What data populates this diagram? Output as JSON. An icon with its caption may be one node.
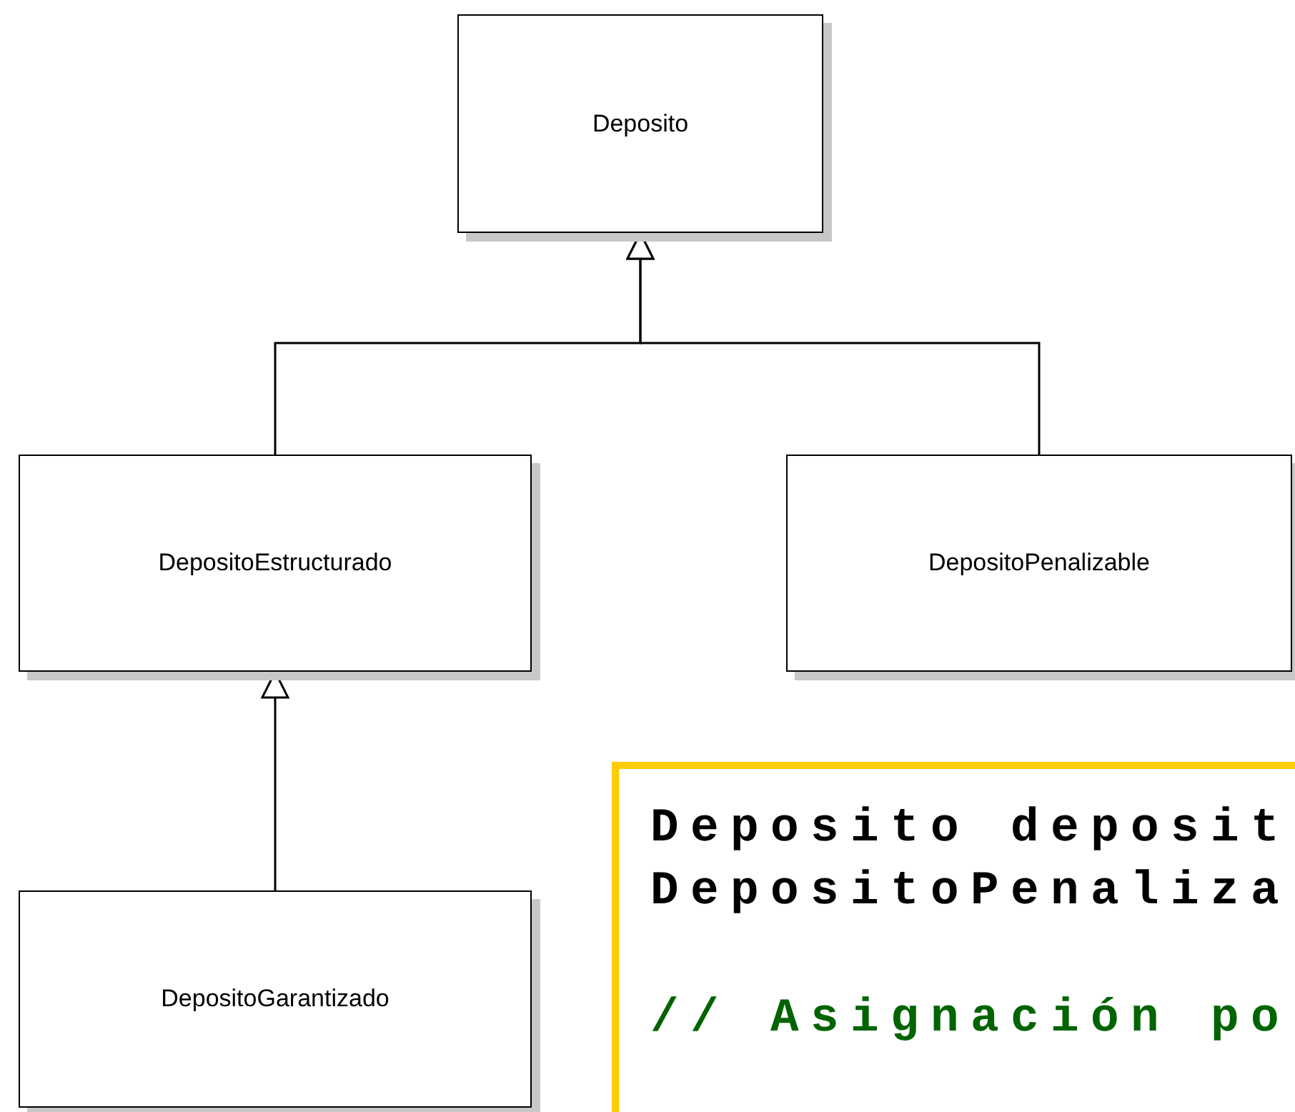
{
  "diagram": {
    "nodes": [
      {
        "text": [
          "Deposito"
        ]
      },
      {
        "text": [
          "DepositoEstructurado"
        ]
      },
      {
        "text": [
          "DepositoPenalizable"
        ]
      },
      {
        "text": [
          "DepositoGarantizado"
        ]
      },
      {
        "text": [
          "Deposito deposit",
          "DepositoPenaliza",
          "// Asignación po"
        ]
      }
    ],
    "edges": [
      {
        "from": 1,
        "to": 0,
        "arrow": "to"
      },
      {
        "from": 2,
        "to": 0,
        "arrow": "to"
      },
      {
        "from": 3,
        "to": 1,
        "arrow": "to"
      }
    ]
  }
}
